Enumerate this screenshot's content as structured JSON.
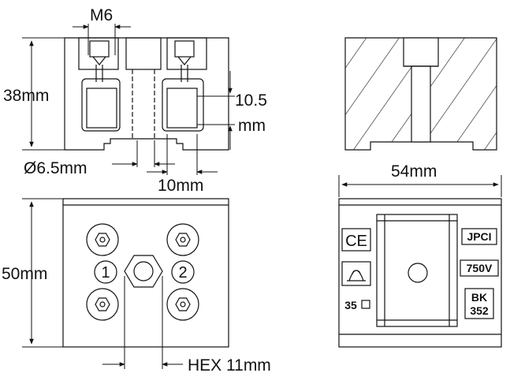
{
  "labels": {
    "thread": "M6",
    "height": "38mm",
    "depth_value": "10.5",
    "depth_unit": "mm",
    "diameter": "Ø6.5mm",
    "slot_width": "10mm",
    "width": "54mm",
    "length": "50mm",
    "hex": "HEX 11mm"
  },
  "terminals": [
    "1",
    "2"
  ],
  "markings": {
    "ce": "CE",
    "brand": "JPCI",
    "voltage": "750V",
    "section": "35",
    "model_line1": "BK",
    "model_line2": "352"
  },
  "colors": {
    "stroke": "#111111",
    "background": "#ffffff"
  }
}
